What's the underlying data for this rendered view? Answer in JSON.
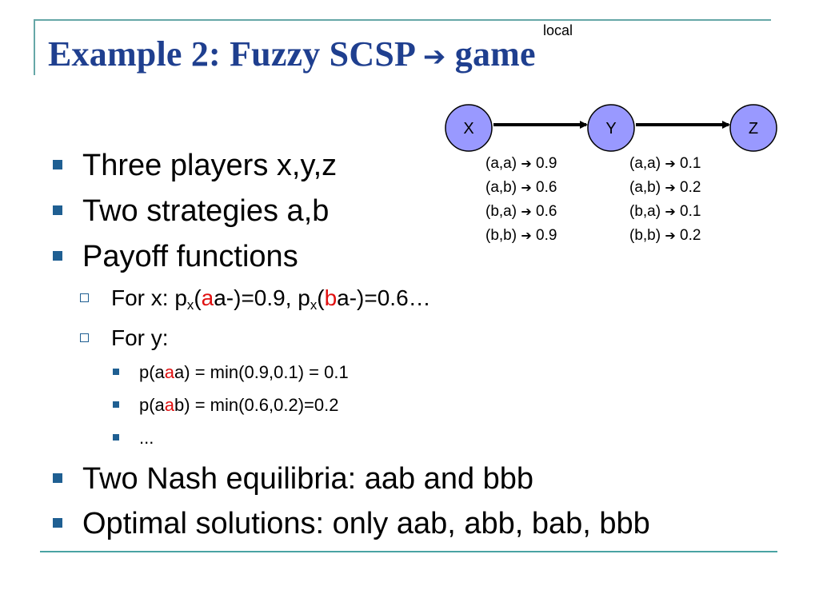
{
  "slide": {
    "title_pre": "Example 2: Fuzzy SCSP",
    "title_arrow": "➔",
    "title_post": "game",
    "local_label": "local"
  },
  "graph": {
    "nodes": [
      "X",
      "Y",
      "Z"
    ],
    "node_fill": "#9999ff",
    "payoff_xy": [
      {
        "pair": "(a,a)",
        "value": "0.9"
      },
      {
        "pair": "(a,b)",
        "value": "0.6"
      },
      {
        "pair": "(b,a)",
        "value": "0.6"
      },
      {
        "pair": "(b,b)",
        "value": "0.9"
      }
    ],
    "payoff_yz": [
      {
        "pair": "(a,a)",
        "value": "0.1"
      },
      {
        "pair": "(a,b)",
        "value": "0.2"
      },
      {
        "pair": "(b,a)",
        "value": "0.1"
      },
      {
        "pair": "(b,b)",
        "value": "0.2"
      }
    ]
  },
  "bullets": {
    "players": "Three players x,y,z",
    "strategies": "Two strategies a,b",
    "payoff": "Payoff functions",
    "for_x": {
      "prefix": "For x: p",
      "sub1": "x",
      "open1": "(",
      "red1": "a",
      "rest1": "a-)=0.9, p",
      "sub2": "x",
      "open2": "(",
      "red2": "b",
      "rest2": "a-)=0.6…"
    },
    "for_y": "For y:",
    "aaa": {
      "pre": "p(a",
      "red": "a",
      "post": "a) = min(0.9,0.1) = 0.1"
    },
    "aab": {
      "pre": "p(a",
      "red": "a",
      "post": "b) = min(0.6,0.2)=0.2"
    },
    "ellipsis": "...",
    "nash": "Two Nash equilibria: aab and bbb",
    "optimal": "Optimal solutions: only aab, abb, bab, bbb"
  },
  "colors": {
    "title": "#1f3f8f",
    "bullet": "#1f5f92",
    "highlight": "#e01010",
    "frame": "#66a7a7"
  }
}
